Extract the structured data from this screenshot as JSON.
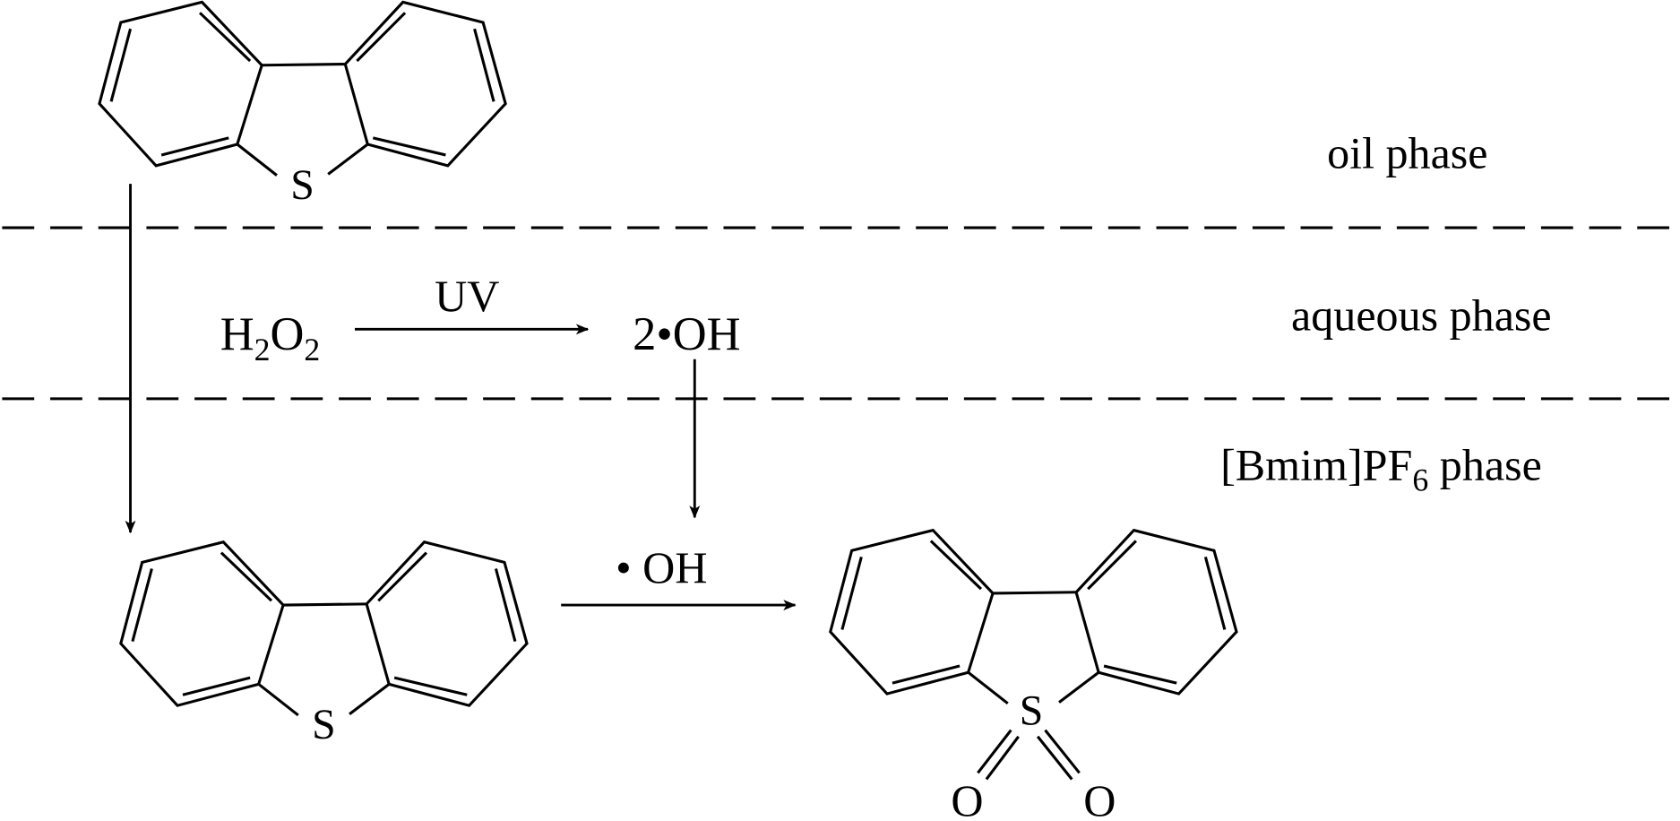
{
  "phases": {
    "oil": "oil phase",
    "aqueous": "aqueous phase",
    "ionic_liquid_prefix": "[Bmim]PF",
    "ionic_liquid_subscript": "6",
    "ionic_liquid_suffix": " phase"
  },
  "reactions": {
    "reactant_h2o2": {
      "h": "H",
      "sub1": "2",
      "o": "O",
      "sub2": "2"
    },
    "uv_label": "UV",
    "radical_product": "2•OH",
    "oh_label": "• OH"
  },
  "molecules": {
    "dibenzothiophene_sulfur": "S",
    "sulfone_sulfur": "S",
    "sulfone_oxygen": "O"
  }
}
